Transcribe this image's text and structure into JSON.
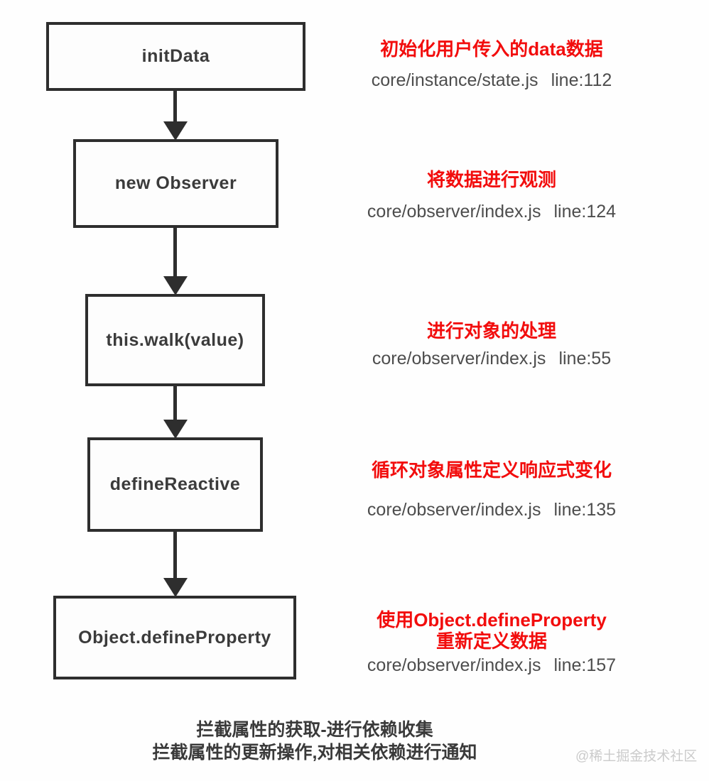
{
  "colors": {
    "annotation_red": "#f20d0d",
    "line_ink": "#2e2e2e",
    "path_gray": "#4d4d4d",
    "watermark_gray": "#cbcbcb"
  },
  "flow": {
    "steps": [
      {
        "label": "initData",
        "note_lines": [
          "初始化用户传入的data数据"
        ],
        "file": "core/instance/state.js",
        "line": "line:112"
      },
      {
        "label": "new Observer",
        "note_lines": [
          "将数据进行观测"
        ],
        "file": "core/observer/index.js",
        "line": "line:124"
      },
      {
        "label": "this.walk(value)",
        "note_lines": [
          "进行对象的处理"
        ],
        "file": "core/observer/index.js",
        "line": "line:55"
      },
      {
        "label": "defineReactive",
        "note_lines": [
          "循环对象属性定义响应式变化"
        ],
        "file": "core/observer/index.js",
        "line": "line:135"
      },
      {
        "label": "Object.defineProperty",
        "note_lines": [
          "使用Object.defineProperty",
          "重新定义数据"
        ],
        "file": "core/observer/index.js",
        "line": "line:157"
      }
    ]
  },
  "caption": {
    "line1": "拦截属性的获取-进行依赖收集",
    "line2": "拦截属性的更新操作,对相关依赖进行通知"
  },
  "watermark": {
    "text": "@稀土掘金技术社区"
  }
}
